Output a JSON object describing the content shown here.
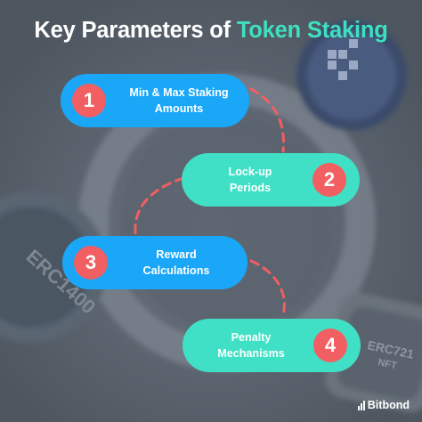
{
  "title": {
    "part1": "Key Parameters of ",
    "part2": "Token Staking"
  },
  "steps": [
    {
      "number": "1",
      "line1": "Min & Max Staking",
      "line2": "Amounts"
    },
    {
      "number": "2",
      "line1": "Lock-up",
      "line2": "Periods"
    },
    {
      "number": "3",
      "line1": "Reward",
      "line2": "Calculations"
    },
    {
      "number": "4",
      "line1": "Penalty",
      "line2": "Mechanisms"
    }
  ],
  "brand": {
    "name": "Bitbond"
  },
  "background_tokens": {
    "left": "ERC1400",
    "right_line1": "ERC721",
    "right_line2": "NFT"
  },
  "colors": {
    "background": "#5f6873",
    "title_accent": "#3ee0c0",
    "pill_blue": "#1aa7f7",
    "pill_teal": "#3fe0c5",
    "number_badge": "#f25f63",
    "connector": "#f25f63"
  }
}
